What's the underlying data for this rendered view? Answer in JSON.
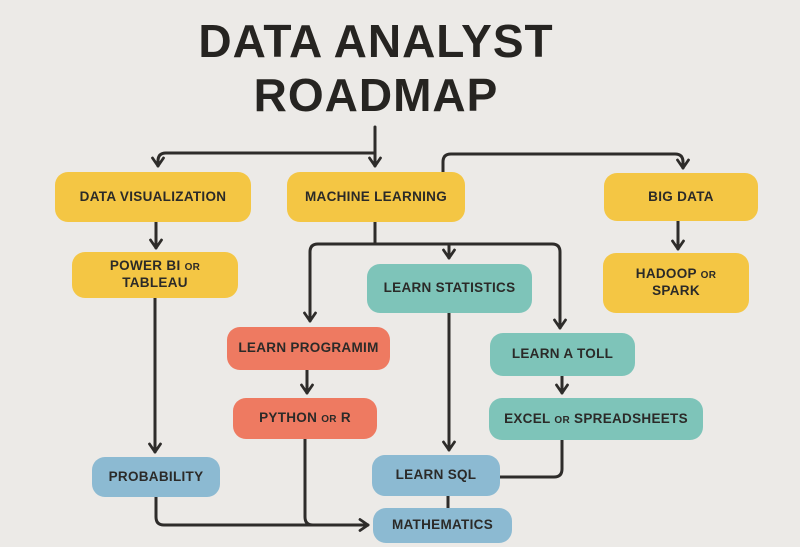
{
  "title": {
    "line1": "DATA ANALYST",
    "line2": "ROADMAP"
  },
  "palette": {
    "background": "#ECEAE7",
    "line": "#2E2C2A",
    "text": "#2B2A28",
    "yellow": "#F4C644",
    "teal": "#7EC4B9",
    "red": "#EE7A61",
    "blue": "#8CBAD2"
  },
  "nodes": {
    "data_visualization": {
      "label": "DATA VISUALIZATION",
      "color": "yellow"
    },
    "machine_learning": {
      "label": "MACHINE LEARNING",
      "color": "yellow"
    },
    "big_data": {
      "label": "BIG DATA",
      "color": "yellow"
    },
    "power_bi_or_tableau": {
      "label": "POWER BI OR TABLEAU",
      "color": "yellow"
    },
    "hadoop_or_spark": {
      "label": "HADOOP OR SPARK",
      "color": "yellow"
    },
    "learn_statistics": {
      "label": "LEARN STATISTICS",
      "color": "teal"
    },
    "learn_programim": {
      "label": "LEARN PROGRAMIM",
      "color": "red"
    },
    "learn_a_toll": {
      "label": "LEARN A TOLL",
      "color": "teal"
    },
    "python_or_r": {
      "label": "PYTHON OR R",
      "color": "red"
    },
    "excel_or_spreadsheets": {
      "label": "EXCEL OR SPREADSHEETS",
      "color": "teal"
    },
    "probability": {
      "label": "PROBABILITY",
      "color": "blue"
    },
    "learn_sql": {
      "label": "LEARN SQL",
      "color": "blue"
    },
    "mathematics": {
      "label": "MATHEMATICS",
      "color": "blue"
    }
  },
  "edges": [
    {
      "from": "title",
      "to": "data_visualization"
    },
    {
      "from": "title",
      "to": "machine_learning"
    },
    {
      "from": "machine_learning",
      "to": "big_data"
    },
    {
      "from": "data_visualization",
      "to": "power_bi_or_tableau"
    },
    {
      "from": "big_data",
      "to": "hadoop_or_spark"
    },
    {
      "from": "power_bi_or_tableau",
      "to": "probability"
    },
    {
      "from": "machine_learning",
      "to": "learn_programim"
    },
    {
      "from": "machine_learning",
      "to": "learn_statistics"
    },
    {
      "from": "machine_learning",
      "to": "learn_a_toll"
    },
    {
      "from": "learn_programim",
      "to": "python_or_r"
    },
    {
      "from": "learn_a_toll",
      "to": "excel_or_spreadsheets"
    },
    {
      "from": "learn_statistics",
      "to": "learn_sql"
    },
    {
      "from": "excel_or_spreadsheets",
      "to": "learn_sql"
    },
    {
      "from": "python_or_r",
      "to": "mathematics"
    },
    {
      "from": "probability",
      "to": "mathematics"
    },
    {
      "from": "learn_sql",
      "to": "mathematics"
    }
  ]
}
